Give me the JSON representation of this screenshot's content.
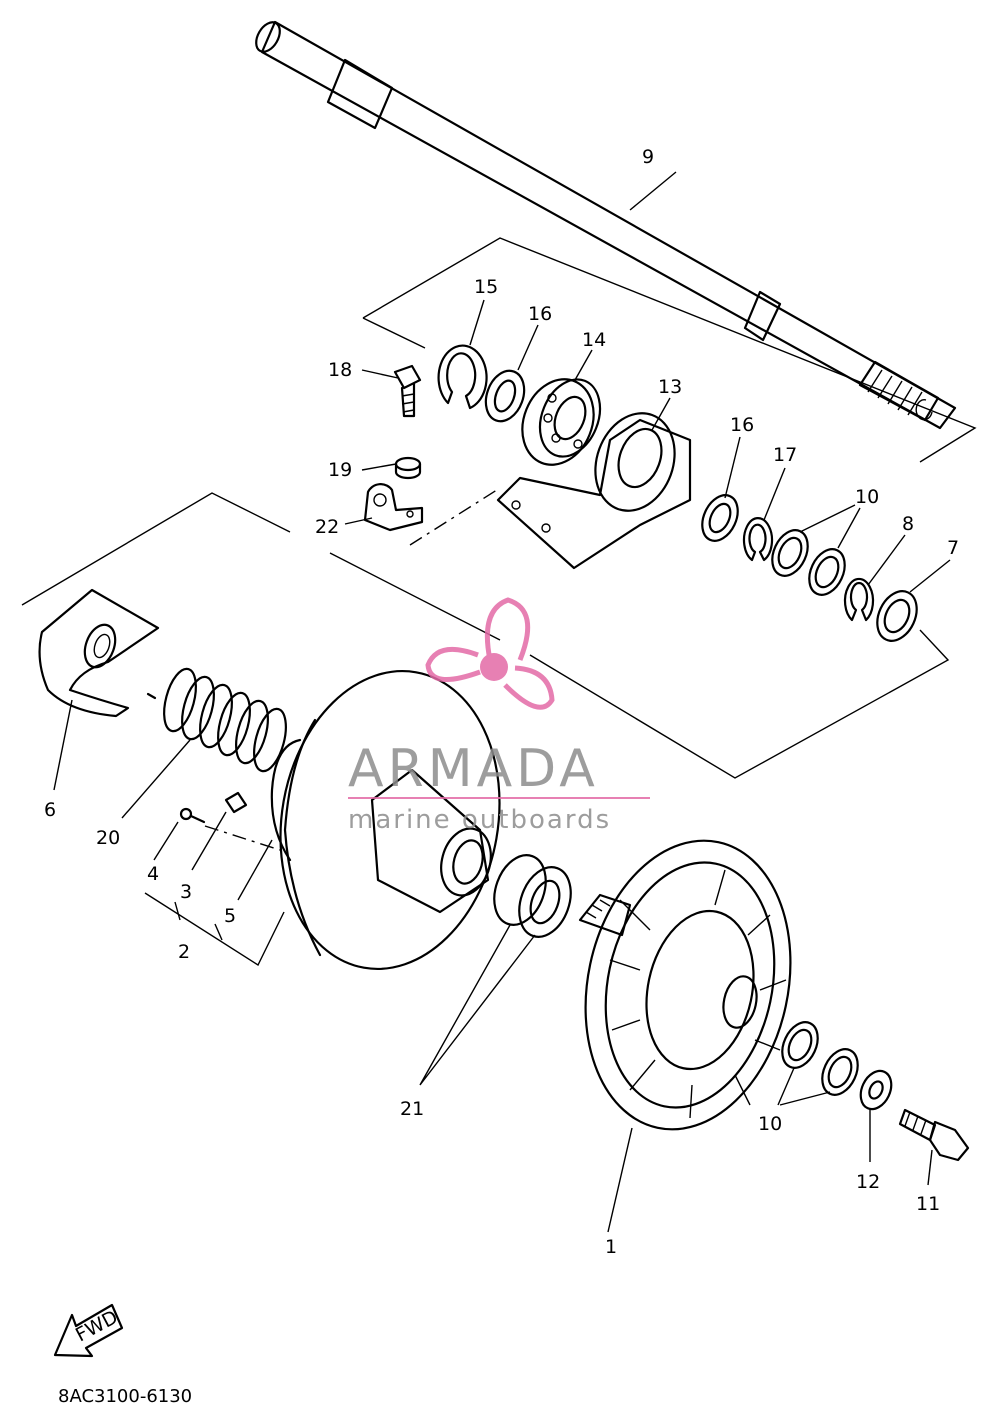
{
  "diagram": {
    "part_code": "8AC3100-6130",
    "fwd_label": "FWD",
    "callouts": [
      "1",
      "2",
      "3",
      "4",
      "5",
      "6",
      "7",
      "8",
      "9",
      "10",
      "10",
      "11",
      "12",
      "13",
      "14",
      "15",
      "16",
      "16",
      "17",
      "18",
      "19",
      "20",
      "21",
      "22"
    ]
  },
  "watermark": {
    "brand": "ARMADA",
    "tagline": "marine outboards",
    "colors": {
      "brand_text": "#8c8c8c",
      "logo": "#e36aa6"
    }
  }
}
